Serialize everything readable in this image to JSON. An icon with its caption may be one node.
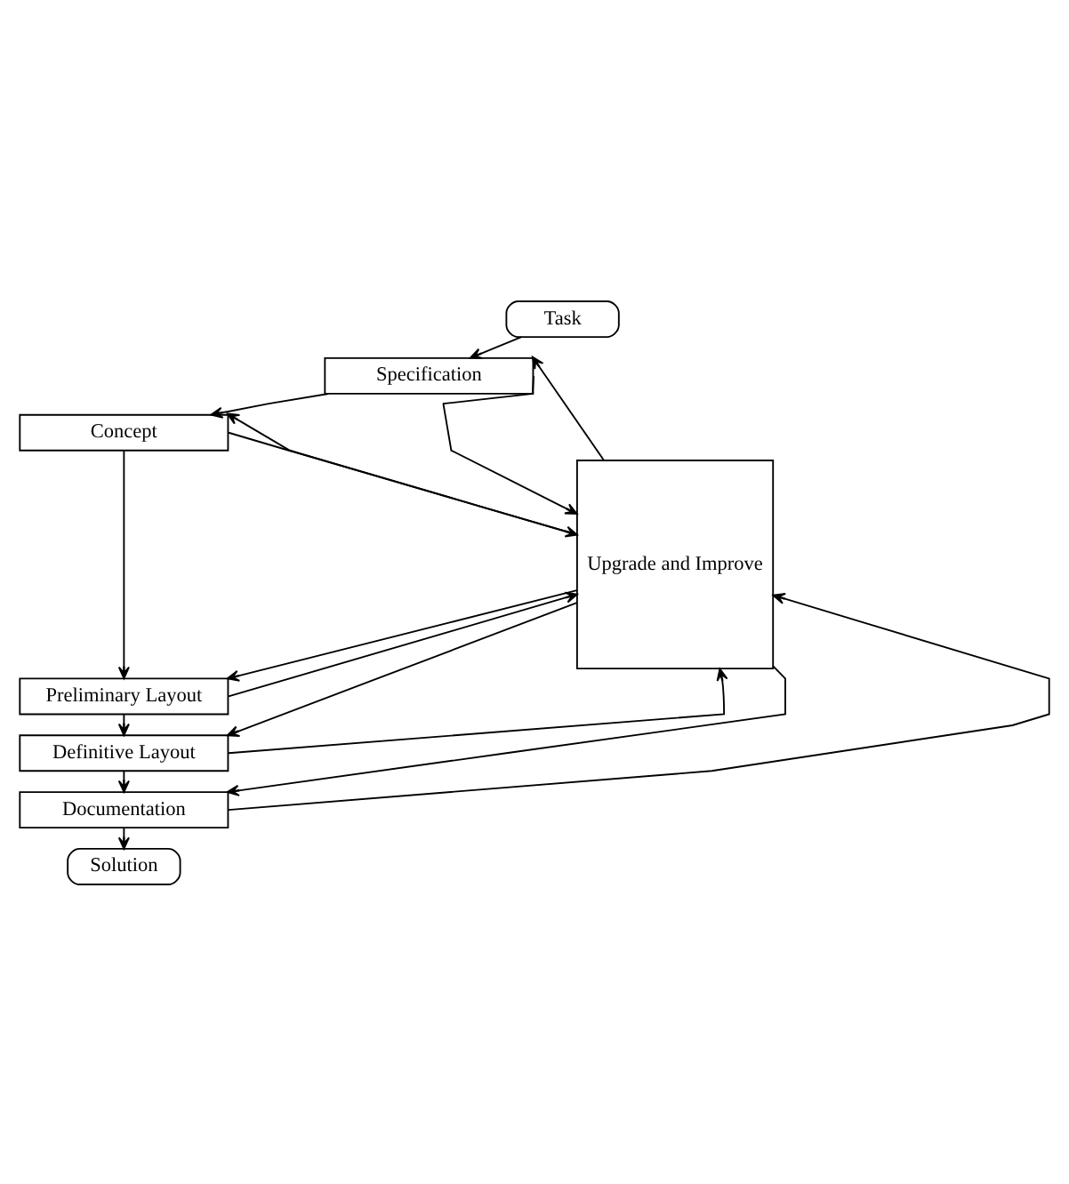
{
  "diagram": {
    "nodes": [
      {
        "text": [
          "Task"
        ]
      },
      {
        "text": [
          "Specification"
        ]
      },
      {
        "text": [
          "Concept"
        ]
      },
      {
        "text": [
          "Preliminary Layout"
        ]
      },
      {
        "text": [
          "Definitive Layout"
        ]
      },
      {
        "text": [
          "Documentation"
        ]
      },
      {
        "text": [
          "Solution"
        ]
      },
      {
        "text": [
          "Upgrade and Improve"
        ]
      }
    ],
    "edges": [
      {
        "from": 0,
        "to": 1,
        "arrow": "to"
      },
      {
        "from": 1,
        "to": 2,
        "arrow": "to"
      },
      {
        "from": 2,
        "to": 3,
        "arrow": "to"
      },
      {
        "from": 3,
        "to": 4,
        "arrow": "to"
      },
      {
        "from": 4,
        "to": 5,
        "arrow": "to"
      },
      {
        "from": 5,
        "to": 6,
        "arrow": "to"
      },
      {
        "from": 1,
        "to": 7,
        "arrow": "to"
      },
      {
        "from": 2,
        "to": 7,
        "arrow": "to"
      },
      {
        "from": 3,
        "to": 7,
        "arrow": "to"
      },
      {
        "from": 4,
        "to": 7,
        "arrow": "to"
      },
      {
        "from": 5,
        "to": 7,
        "arrow": "to"
      },
      {
        "from": 7,
        "to": 1,
        "arrow": "to"
      },
      {
        "from": 7,
        "to": 2,
        "arrow": "to"
      },
      {
        "from": 7,
        "to": 3,
        "arrow": "to"
      },
      {
        "from": 7,
        "to": 4,
        "arrow": "to"
      },
      {
        "from": 7,
        "to": 5,
        "arrow": "to"
      }
    ]
  }
}
